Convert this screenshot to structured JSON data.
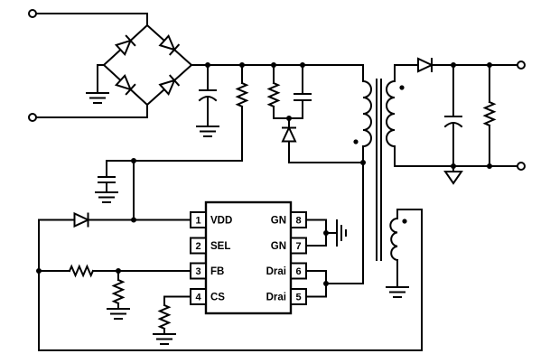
{
  "schematic": {
    "background": "#ffffff",
    "line_color": "#000000",
    "ic": {
      "left_pins": [
        {
          "number": "1",
          "label": "VDD"
        },
        {
          "number": "2",
          "label": "SEL"
        },
        {
          "number": "3",
          "label": "FB"
        },
        {
          "number": "4",
          "label": "CS"
        }
      ],
      "right_pins": [
        {
          "number": "8",
          "label": "GN"
        },
        {
          "number": "7",
          "label": "GN"
        },
        {
          "number": "6",
          "label": "Drai"
        },
        {
          "number": "5",
          "label": "Drai"
        }
      ]
    }
  }
}
